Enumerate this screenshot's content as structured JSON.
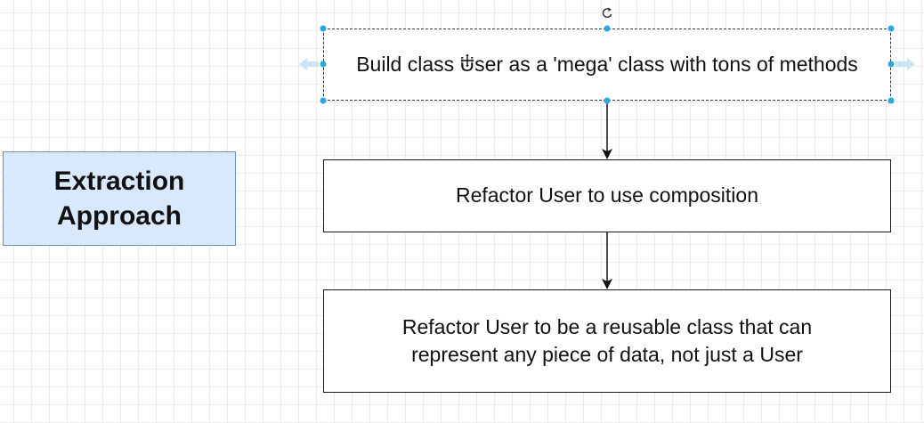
{
  "diagram": {
    "title_box": {
      "label": "Extraction\nApproach",
      "fill_color": "#dae8fc",
      "stroke_color": "#6c8ebf"
    },
    "steps": [
      {
        "label": "Build class User as a 'mega' class with tons of methods",
        "selected": true
      },
      {
        "label": "Refactor User to use composition",
        "selected": false
      },
      {
        "label": "Refactor User to be a reusable class that can\nrepresent any piece of data, not just a User",
        "selected": false
      }
    ],
    "edges": [
      {
        "from": "step-1",
        "to": "step-2"
      },
      {
        "from": "step-2",
        "to": "step-3"
      }
    ],
    "selection_handle_color": "#29a8e0",
    "hover_arrow_color": "#c9e4f5"
  }
}
